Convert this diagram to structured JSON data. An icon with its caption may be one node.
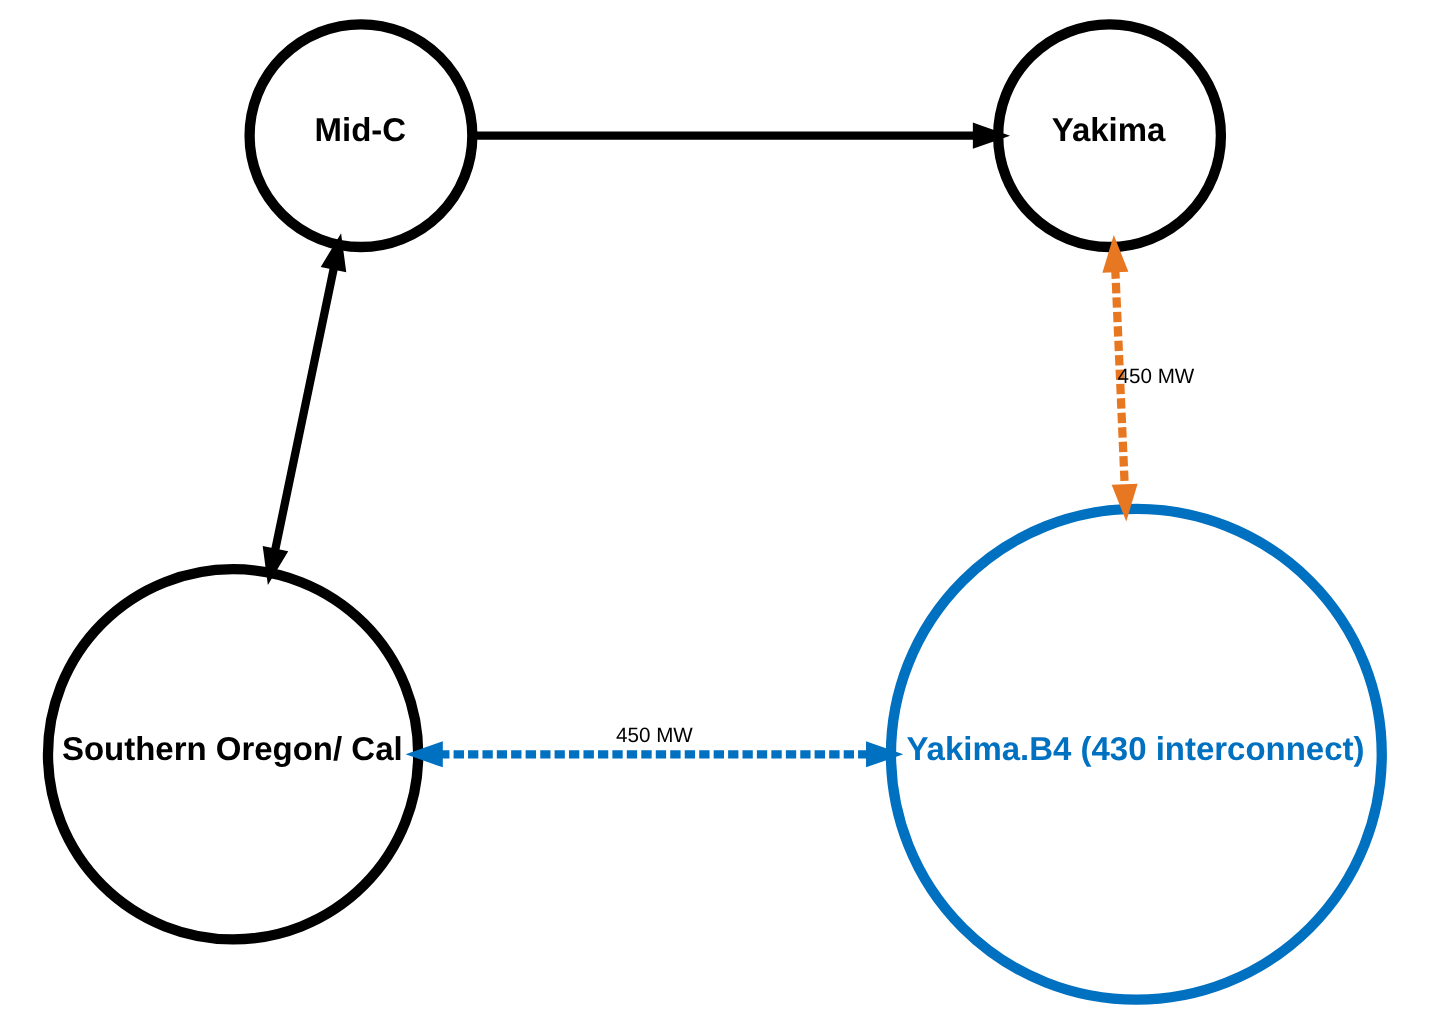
{
  "diagram": {
    "nodes": [
      {
        "text": [
          "Yakima"
        ]
      },
      {
        "text": [
          "Mid-C"
        ]
      },
      {
        "text": [
          "Southern Oregon/ Cal"
        ]
      },
      {
        "text": [
          "Yakima.B4 (430 interconnect)"
        ]
      }
    ],
    "edges": [
      {
        "from": 1,
        "to": 0,
        "arrow": "to"
      },
      {
        "from": 1,
        "to": 2,
        "arrow": "both"
      },
      {
        "from": 0,
        "to": 3,
        "arrow": "both",
        "label": "450 MW",
        "style": "dashed",
        "color": "#e87722"
      },
      {
        "from": 2,
        "to": 3,
        "arrow": "both",
        "label": "450 MW",
        "style": "dashed",
        "color": "#0070c0"
      }
    ]
  }
}
